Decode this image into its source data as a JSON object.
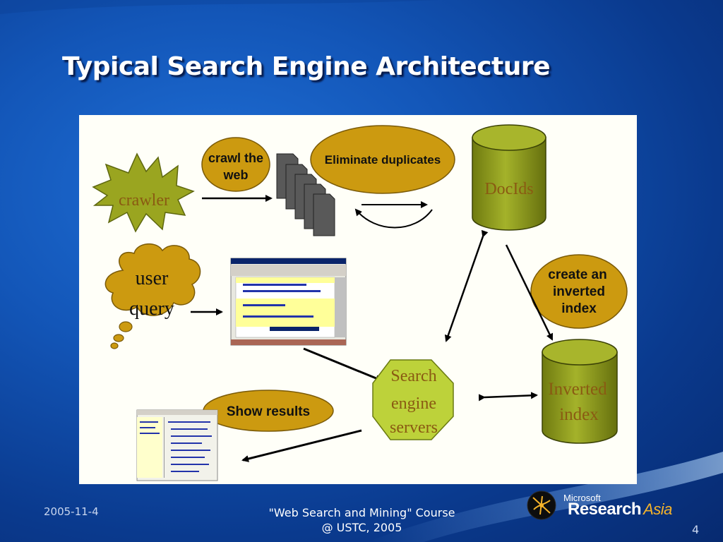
{
  "slide": {
    "title": "Typical Search Engine Architecture",
    "footer_date": "2005-11-4",
    "footer_course_line1": "\"Web Search and Mining\" Course",
    "footer_course_line2": "@ USTC, 2005",
    "page_number": "4"
  },
  "logo": {
    "microsoft": "Microsoft",
    "research": "Research",
    "asia": "Asia"
  },
  "diagram": {
    "crawler": "crawler",
    "crawl_web_line1": "crawl the",
    "crawl_web_line2": "web",
    "eliminate_duplicates": "Eliminate duplicates",
    "docids": "DocIds",
    "user_query_line1": "user",
    "user_query_line2": "query",
    "create_index_line1": "create an",
    "create_index_line2": "inverted",
    "create_index_line3": "index",
    "search_servers_line1": "Search",
    "search_servers_line2": "engine",
    "search_servers_line3": "servers",
    "inverted_index_line1": "Inverted",
    "inverted_index_line2": "index",
    "show_results": "Show results"
  },
  "colors": {
    "accent_gold": "#cc9a10",
    "cylinder_olive": "#8e9a18",
    "octagon_green": "#bdd23a",
    "label_brown": "#8a5a12"
  }
}
